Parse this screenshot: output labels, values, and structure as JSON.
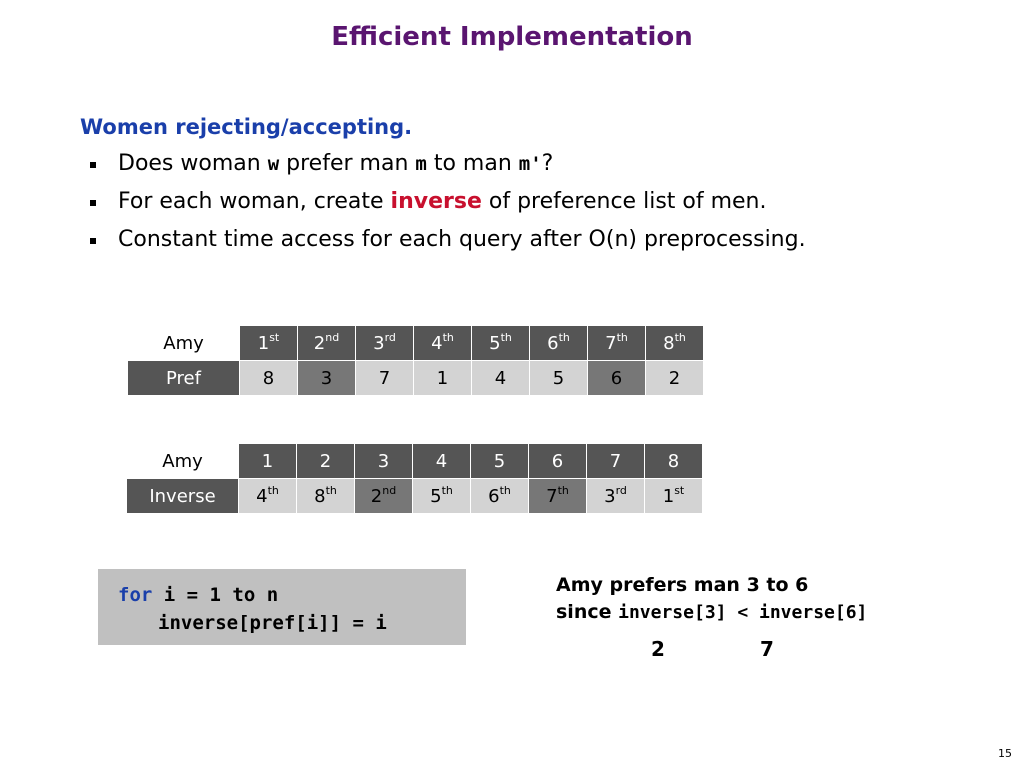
{
  "title": "Efficient Implementation",
  "heading": "Women rejecting/accepting.",
  "bullets": {
    "b1": {
      "t1": "Does woman ",
      "code1": "w",
      "t2": " prefer man ",
      "code2": "m",
      "t3": " to man ",
      "code3": "m'",
      "t4": "?"
    },
    "b2": {
      "t1": "For each woman, create ",
      "highlight": "inverse",
      "t2": " of preference list of men."
    },
    "b3": {
      "t1": "Constant time access for each query after O(n) preprocessing."
    }
  },
  "table1": {
    "row1": {
      "label": "Amy",
      "cells": [
        {
          "v": "1",
          "s": "st"
        },
        {
          "v": "2",
          "s": "nd"
        },
        {
          "v": "3",
          "s": "rd"
        },
        {
          "v": "4",
          "s": "th"
        },
        {
          "v": "5",
          "s": "th"
        },
        {
          "v": "6",
          "s": "th"
        },
        {
          "v": "7",
          "s": "th"
        },
        {
          "v": "8",
          "s": "th"
        }
      ]
    },
    "row2": {
      "label": "Pref",
      "cells": [
        "8",
        "3",
        "7",
        "1",
        "4",
        "5",
        "6",
        "2"
      ]
    }
  },
  "table2": {
    "row1": {
      "label": "Amy",
      "cells": [
        "1",
        "2",
        "3",
        "4",
        "5",
        "6",
        "7",
        "8"
      ]
    },
    "row2": {
      "label": "Inverse",
      "cells": [
        {
          "v": "4",
          "s": "th"
        },
        {
          "v": "8",
          "s": "th"
        },
        {
          "v": "2",
          "s": "nd"
        },
        {
          "v": "5",
          "s": "th"
        },
        {
          "v": "6",
          "s": "th"
        },
        {
          "v": "7",
          "s": "th"
        },
        {
          "v": "3",
          "s": "rd"
        },
        {
          "v": "1",
          "s": "st"
        }
      ]
    }
  },
  "code": {
    "kw": "for",
    "line1_rest": " i = 1 to n",
    "line2": "inverse[pref[i]] = i"
  },
  "note": {
    "line1": "Amy prefers man 3 to 6",
    "since": "since ",
    "expr": "inverse[3] < inverse[6]",
    "val1": "2",
    "val2": "7"
  },
  "page_number": "15"
}
